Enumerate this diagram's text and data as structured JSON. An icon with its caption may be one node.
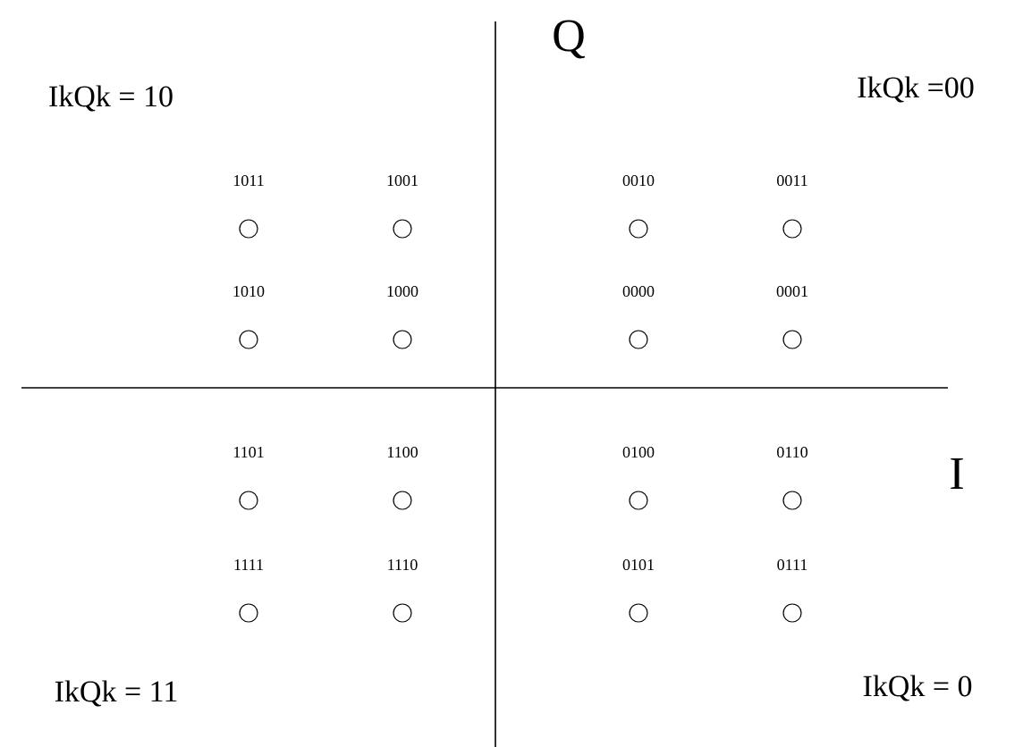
{
  "diagram": {
    "labels": [
      "Q",
      "IkQk = 10",
      "IkQk =00",
      "1011",
      "1001",
      "0010",
      "0011",
      "1010",
      "1000",
      "0000",
      "0001",
      "1101",
      "1100",
      "0100",
      "0110",
      "I",
      "1111",
      "1110",
      "0101",
      "0111",
      "IkQk = 11",
      "IkQk = 0"
    ]
  }
}
